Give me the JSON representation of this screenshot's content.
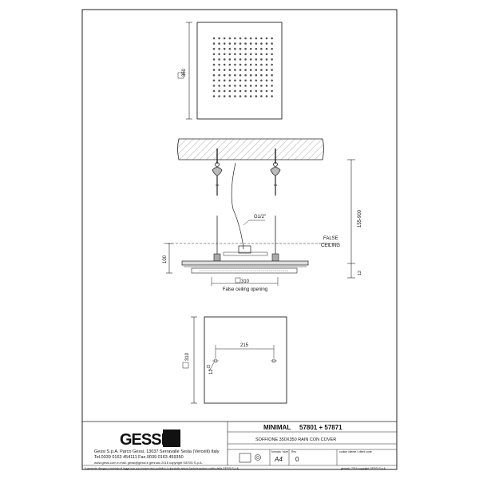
{
  "top_view": {
    "dimension": "350"
  },
  "section_view": {
    "thread_label": "G1/2\"",
    "height_range": "155-900",
    "false_ceiling_label_line1": "FALSE",
    "false_ceiling_label_line2": "CEILING",
    "depth_dimension": "100",
    "thickness_dimension": "12",
    "opening_dimension": "310",
    "opening_caption": "False ceiling opening"
  },
  "opening_view": {
    "side_dimension": "310",
    "hole_spacing": "215",
    "hole_diameter": "12"
  },
  "title_block": {
    "logo_text": "GESSI",
    "product_name": "MINIMAL",
    "product_codes": "57801 + 57871",
    "description": "SOFFIONE 350X350 RAIN CON COVER",
    "company_line1": "Gessi S.p.A. Parco Gessi, 13037 Serravalle Sesia (Vercelli) Italy",
    "company_line2": "Tel.0039 0163 454111  Fax.0039 0163 459350",
    "company_line3": "www.gessi.com  e-mail: gessi@gessi.it   gennaio 2016  copyright GESSI S.p.A.",
    "format_header": "formato / size",
    "format_value": "A4",
    "rev_header": "Rev",
    "rev_value": "0",
    "client_code_header": "codice cliente / client code",
    "footer_left": "Il presente disegno e tutelato di legge non puo essere reso pubblico o riprodotto senza l'autorizzazione scritta della GESSI S.p.A.",
    "footer_right": "gennaio 2016   copyright GESSI S.p.A."
  }
}
